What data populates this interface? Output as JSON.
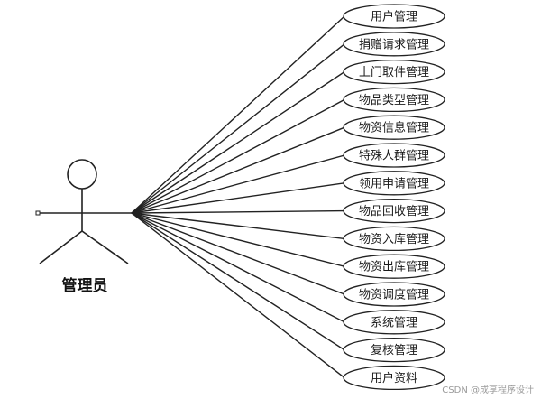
{
  "actor": {
    "label": "管理员"
  },
  "use_cases": [
    {
      "label": "用户管理"
    },
    {
      "label": "捐赠请求管理"
    },
    {
      "label": "上门取件管理"
    },
    {
      "label": "物品类型管理"
    },
    {
      "label": "物资信息管理"
    },
    {
      "label": "特殊人群管理"
    },
    {
      "label": "领用申请管理"
    },
    {
      "label": "物品回收管理"
    },
    {
      "label": "物资入库管理"
    },
    {
      "label": "物资出库管理"
    },
    {
      "label": "物资调度管理"
    },
    {
      "label": "系统管理"
    },
    {
      "label": "复核管理"
    },
    {
      "label": "用户资料"
    }
  ],
  "watermark": "CSDN @成享程序设计",
  "colors": {
    "stroke": "#222222",
    "background": "#ffffff"
  }
}
